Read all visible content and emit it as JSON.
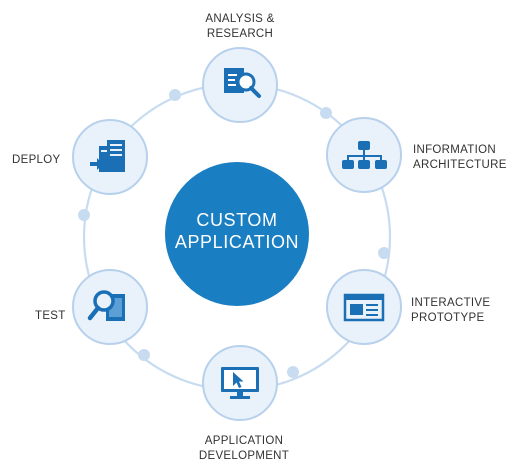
{
  "center": {
    "line1": "CUSTOM",
    "line2": "APPLICATION"
  },
  "stages": [
    {
      "name": "analysis-research",
      "line1": "ANALYSIS &",
      "line2": "RESEARCH",
      "icon": "analysis-magnifier-icon"
    },
    {
      "name": "information-architecture",
      "line1": "INFORMATION",
      "line2": "ARCHITECTURE",
      "icon": "sitemap-hierarchy-icon"
    },
    {
      "name": "interactive-prototype",
      "line1": "INTERACTIVE",
      "line2": "PROTOTYPE",
      "icon": "wireframe-window-icon"
    },
    {
      "name": "application-development",
      "line1": "APPLICATION",
      "line2": "DEVELOPMENT",
      "icon": "monitor-cursor-icon"
    },
    {
      "name": "test",
      "line1": "TEST",
      "line2": "",
      "icon": "test-magnifier-box-icon"
    },
    {
      "name": "deploy",
      "line1": "DEPLOY",
      "line2": "",
      "icon": "deploy-server-icon"
    }
  ],
  "colors": {
    "ring": "#c7dcf0",
    "node_fill": "#e9f1fa",
    "node_stroke": "#b7d1ec",
    "center_fill": "#1a7ec3",
    "icon": "#1a6fb5",
    "text": "#333333"
  }
}
